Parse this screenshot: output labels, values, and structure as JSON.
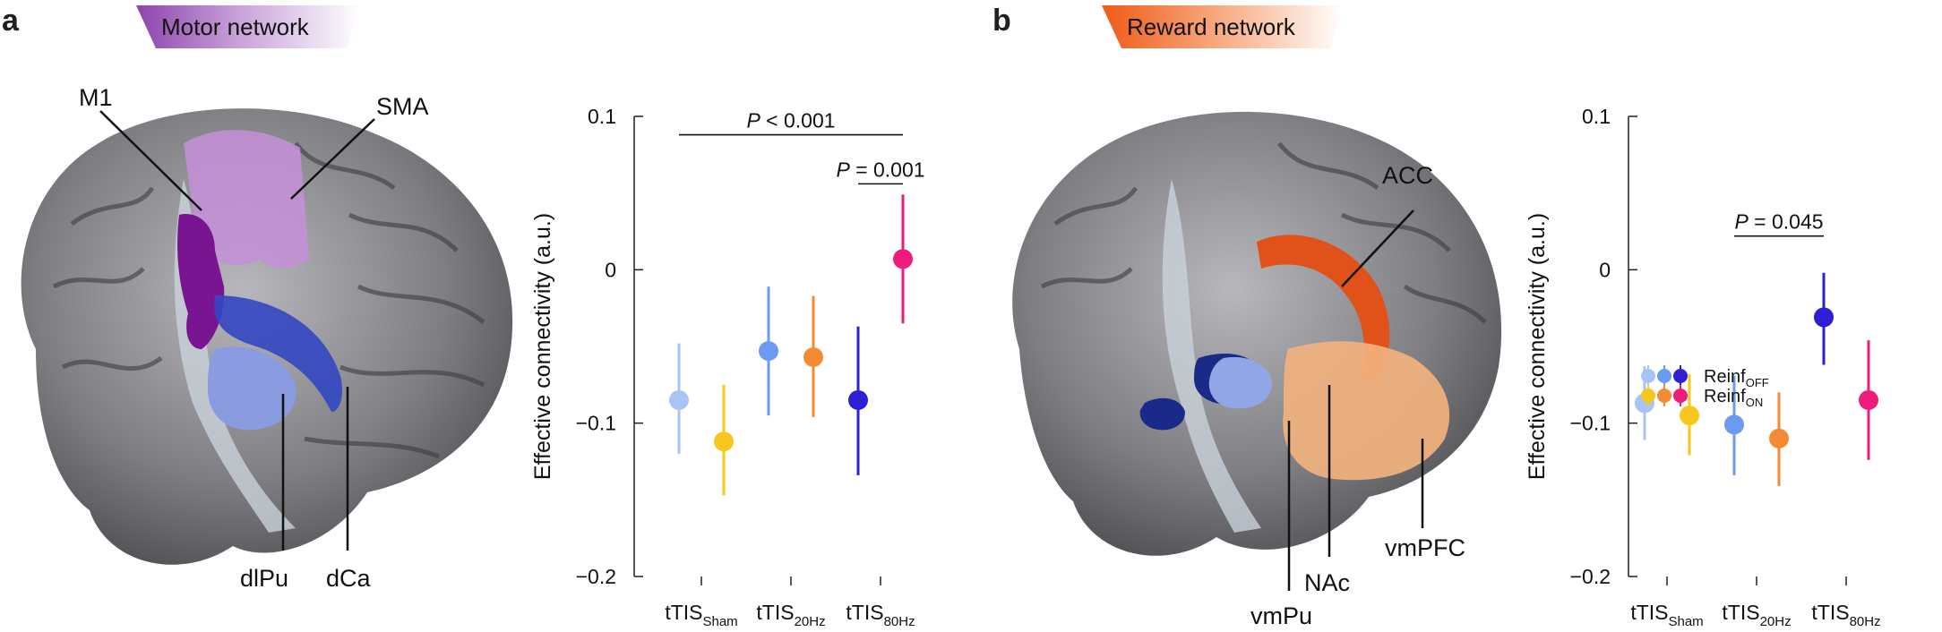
{
  "panels": [
    {
      "letter": "a",
      "network_label": "Motor network",
      "network_color": "#9b59b6",
      "brain_labels": [
        "M1",
        "SMA",
        "dlPu",
        "dCa"
      ]
    },
    {
      "letter": "b",
      "network_label": "Reward network",
      "network_color": "#f26b21",
      "brain_labels": [
        "ACC",
        "NAc",
        "vmPFC",
        "vmPu"
      ]
    }
  ],
  "legend": {
    "off_base": "Reinf",
    "off_sub": "OFF",
    "on_base": "Reinf",
    "on_sub": "ON"
  },
  "chart_data": [
    {
      "type": "scatter",
      "ylabel": "Effective connectivity (a.u.)",
      "ylim": [
        -0.2,
        0.1
      ],
      "yticks": [
        0.1,
        0,
        -0.1,
        -0.2
      ],
      "ytick_labels": [
        "0.1",
        "0",
        "−0.1",
        "−0.2"
      ],
      "categories": [
        {
          "base": "tTIS",
          "sub": "Sham"
        },
        {
          "base": "tTIS",
          "sub": "20Hz"
        },
        {
          "base": "tTIS",
          "sub": "80Hz"
        }
      ],
      "series": [
        {
          "condition": "Reinf OFF",
          "color": "#a9c4f4",
          "points": [
            {
              "category": 0,
              "mean": -0.085,
              "lower": -0.12,
              "upper": -0.048
            }
          ]
        },
        {
          "condition": "Reinf ON",
          "color": "#f7c71e",
          "points": [
            {
              "category": 0,
              "mean": -0.112,
              "lower": -0.147,
              "upper": -0.075
            }
          ]
        },
        {
          "condition": "Reinf OFF",
          "color": "#6b9bf1",
          "points": [
            {
              "category": 1,
              "mean": -0.053,
              "lower": -0.095,
              "upper": -0.011
            }
          ]
        },
        {
          "condition": "Reinf ON",
          "color": "#f58a35",
          "points": [
            {
              "category": 1,
              "mean": -0.057,
              "lower": -0.096,
              "upper": -0.017
            }
          ]
        },
        {
          "condition": "Reinf OFF",
          "color": "#2f1fd4",
          "points": [
            {
              "category": 2,
              "mean": -0.085,
              "lower": -0.134,
              "upper": -0.037
            }
          ]
        },
        {
          "condition": "Reinf ON",
          "color": "#ee1d7b",
          "points": [
            {
              "category": 2,
              "mean": 0.007,
              "lower": -0.035,
              "upper": 0.049
            }
          ]
        }
      ],
      "annotations": [
        {
          "label": "P < 0.001",
          "from": "sham-off",
          "to": "80hz-on",
          "y": 0.088
        },
        {
          "label": "P = 0.001",
          "from": "80hz-off",
          "to": "80hz-on",
          "y": 0.056
        }
      ]
    },
    {
      "type": "scatter",
      "ylabel": "Effective connectivity (a.u.)",
      "ylim": [
        -0.2,
        0.1
      ],
      "yticks": [
        0.1,
        0,
        -0.1,
        -0.2
      ],
      "ytick_labels": [
        "0.1",
        "0",
        "−0.1",
        "−0.2"
      ],
      "categories": [
        {
          "base": "tTIS",
          "sub": "Sham"
        },
        {
          "base": "tTIS",
          "sub": "20Hz"
        },
        {
          "base": "tTIS",
          "sub": "80Hz"
        }
      ],
      "series": [
        {
          "condition": "Reinf OFF",
          "color": "#a9c4f4",
          "points": [
            {
              "category": 0,
              "mean": -0.087,
              "lower": -0.111,
              "upper": -0.063
            }
          ]
        },
        {
          "condition": "Reinf ON",
          "color": "#f7c71e",
          "points": [
            {
              "category": 0,
              "mean": -0.095,
              "lower": -0.121,
              "upper": -0.068
            }
          ]
        },
        {
          "condition": "Reinf OFF",
          "color": "#6b9bf1",
          "points": [
            {
              "category": 1,
              "mean": -0.101,
              "lower": -0.134,
              "upper": -0.069
            }
          ]
        },
        {
          "condition": "Reinf ON",
          "color": "#f58a35",
          "points": [
            {
              "category": 1,
              "mean": -0.11,
              "lower": -0.141,
              "upper": -0.08
            }
          ]
        },
        {
          "condition": "Reinf OFF",
          "color": "#2f1fd4",
          "points": [
            {
              "category": 2,
              "mean": -0.031,
              "lower": -0.062,
              "upper": -0.002
            }
          ]
        },
        {
          "condition": "Reinf ON",
          "color": "#ee1d7b",
          "points": [
            {
              "category": 2,
              "mean": -0.085,
              "lower": -0.124,
              "upper": -0.046
            }
          ]
        }
      ],
      "annotations": [
        {
          "label": "P = 0.045",
          "from": "20hz-off",
          "to": "80hz-off",
          "y": 0.022
        }
      ]
    }
  ]
}
